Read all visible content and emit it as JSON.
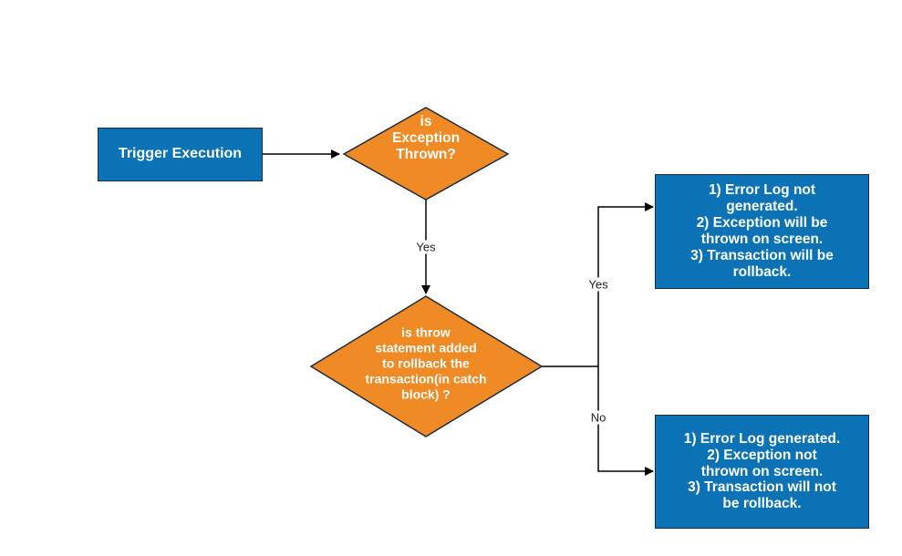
{
  "nodes": {
    "trigger": {
      "text": "Trigger Execution"
    },
    "decision1": {
      "text": "is\nException\nThrown?"
    },
    "decision2": {
      "text": "is throw\nstatement added\nto rollback the\ntransaction(in catch\nblock) ?"
    },
    "outcome_yes": {
      "text": "1) Error Log not\ngenerated.\n2) Exception will be\nthrown on screen.\n3) Transaction will be\nrollback."
    },
    "outcome_no": {
      "text": "1) Error Log generated.\n2) Exception not\nthrown on screen.\n3) Transaction will not\nbe rollback."
    }
  },
  "edges": {
    "d1_to_d2": "Yes",
    "d2_yes": "Yes",
    "d2_no": "No"
  },
  "colors": {
    "box_fill": "#0b72b5",
    "diamond_fill": "#f08a24",
    "line": "#000000"
  }
}
